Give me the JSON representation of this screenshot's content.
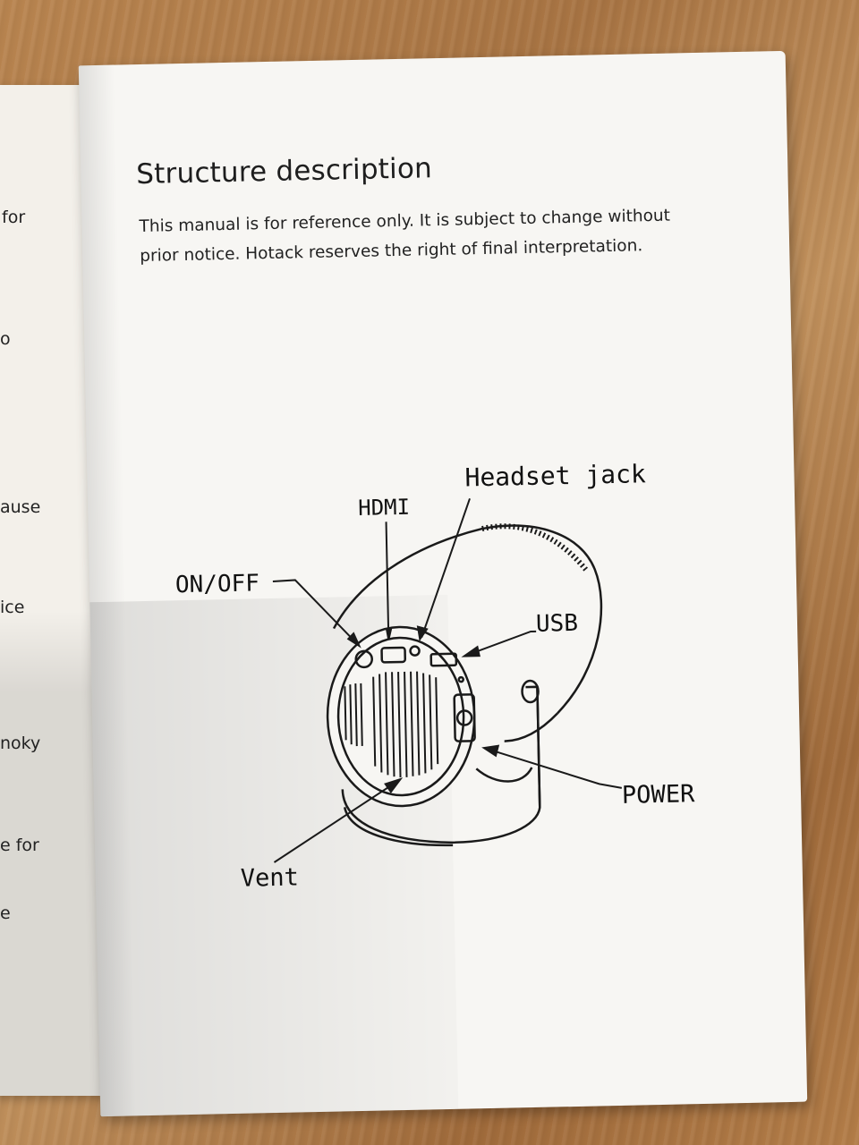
{
  "left_page": {
    "fragments": [
      "for",
      "o",
      "ause",
      "ice",
      "noky",
      "e for",
      "e"
    ]
  },
  "page": {
    "title": "Structure description",
    "notice": "This manual is for reference only. It is subject to change without prior notice. Hotack reserves the right of final interpretation."
  },
  "diagram": {
    "labels": {
      "headset_jack": "Headset jack",
      "hdmi": "HDMI",
      "on_off": "ON/OFF",
      "usb": "USB",
      "power": "POWER",
      "vent": "Vent"
    }
  }
}
